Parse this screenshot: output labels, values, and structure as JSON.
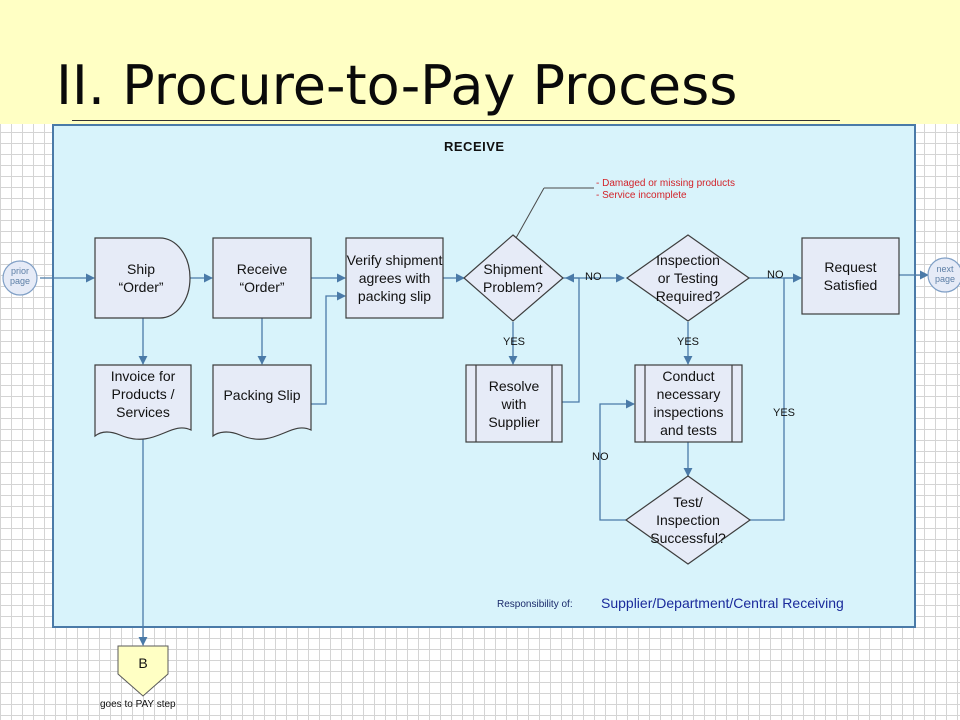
{
  "slide": {
    "title": "II.  Procure-to-Pay Process",
    "panel_title": "RECEIVE",
    "responsibility_label": "Responsibility of:",
    "responsibility_value": "Supplier/Department/Central Receiving"
  },
  "nodes": {
    "prior_page": "prior\npage",
    "next_page": "next\npage",
    "ship_order": "Ship\n“Order”",
    "receive_order": "Receive\n“Order”",
    "verify_shipment": "Verify shipment\nagrees with\npacking slip",
    "shipment_problem": "Shipment\nProblem?",
    "inspection_required": "Inspection\nor Testing\nRequired?",
    "request_satisfied": "Request\nSatisfied",
    "invoice": "Invoice for\nProducts /\nServices",
    "packing_slip": "Packing Slip",
    "resolve_supplier": "Resolve\nwith\nSupplier",
    "conduct_inspections": "Conduct\nnecessary\ninspections\nand tests",
    "test_successful": "Test/\nInspection\nSuccessful?",
    "offpage_b": "B",
    "goes_to_pay": "goes to PAY step"
  },
  "edge_labels": {
    "no_1": "NO",
    "no_2": "NO",
    "yes_1": "YES",
    "yes_2": "YES",
    "no_3": "NO",
    "yes_3": "YES"
  },
  "annotation": "- Damaged or missing products\n- Service incomplete",
  "colors": {
    "title_band": "#ffffc4",
    "panel_fill": "#d8f3fb",
    "panel_border": "#4a7aa8",
    "shape_fill": "#e6ebf7",
    "shape_stroke": "#3d3d3d",
    "connector": "#4a7aa8",
    "annotation": "#d2232a",
    "offpage_fill": "#ffffc4"
  }
}
